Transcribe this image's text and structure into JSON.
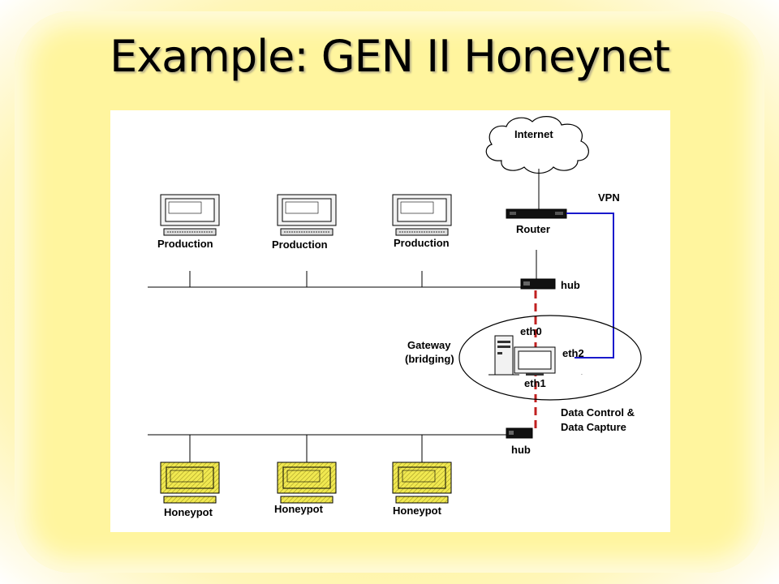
{
  "slide": {
    "title": "Example: GEN II Honeynet"
  },
  "diagram": {
    "internet_label": "Internet",
    "router_label": "Router",
    "vpn_label": "VPN",
    "hub_top_label": "hub",
    "hub_bottom_label": "hub",
    "production_labels": [
      "Production",
      "Production",
      "Production"
    ],
    "gateway_label_line1": "Gateway",
    "gateway_label_line2": "(bridging)",
    "eth0_label": "eth0",
    "eth1_label": "eth1",
    "eth2_label": "eth2",
    "data_control_line1": "Data Control &",
    "data_control_line2": "Data Capture",
    "honeypot_labels": [
      "Honeypot",
      "Honeypot",
      "Honeypot"
    ],
    "colors": {
      "vpn_line": "#1a1acc",
      "bridge_dash": "#c02020",
      "honeypot_fill": "#e8e040"
    }
  }
}
